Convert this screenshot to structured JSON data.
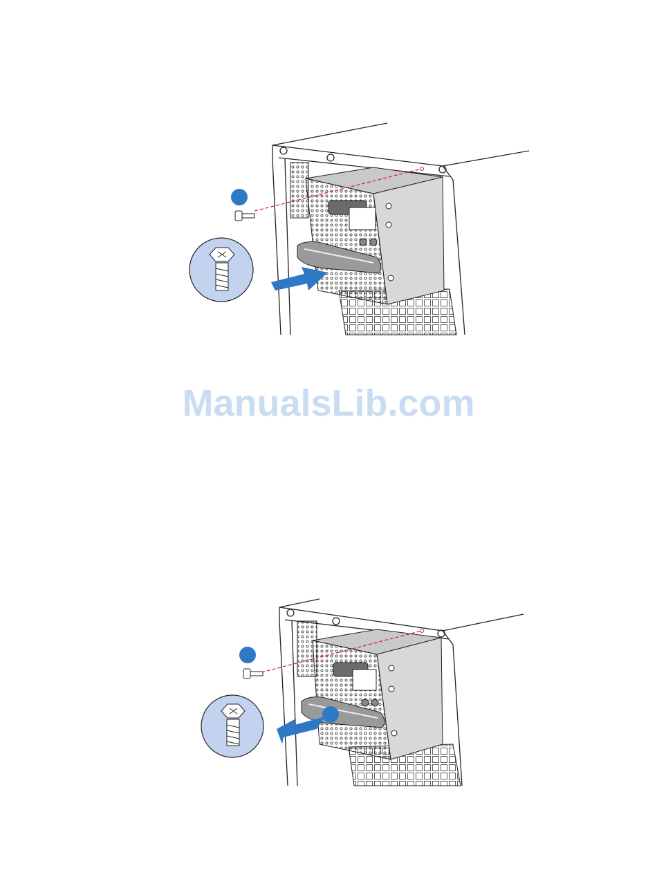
{
  "watermark": {
    "text": "ManualsLib.com"
  },
  "colors": {
    "accent_blue": "#2f78c4",
    "screw_callout_bg": "#c3d2ee",
    "guide_line": "#d8262c",
    "psu_gray": "#d4d4d4",
    "psu_dark": "#6b6b6b",
    "outline": "#222222"
  },
  "figures": [
    {
      "name": "install-power-supply",
      "arrow_direction": "in",
      "callouts": 1
    },
    {
      "name": "remove-power-supply",
      "arrow_direction": "out",
      "callouts": 2
    }
  ]
}
